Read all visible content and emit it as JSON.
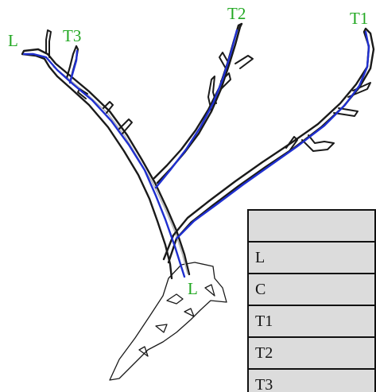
{
  "diagram": {
    "labels": {
      "top_left": "L",
      "t3": "T3",
      "t2": "T2",
      "t1": "T1",
      "base": "L"
    }
  },
  "table": {
    "rows": [
      "",
      "L",
      "C",
      "T1",
      "T2",
      "T3"
    ]
  }
}
